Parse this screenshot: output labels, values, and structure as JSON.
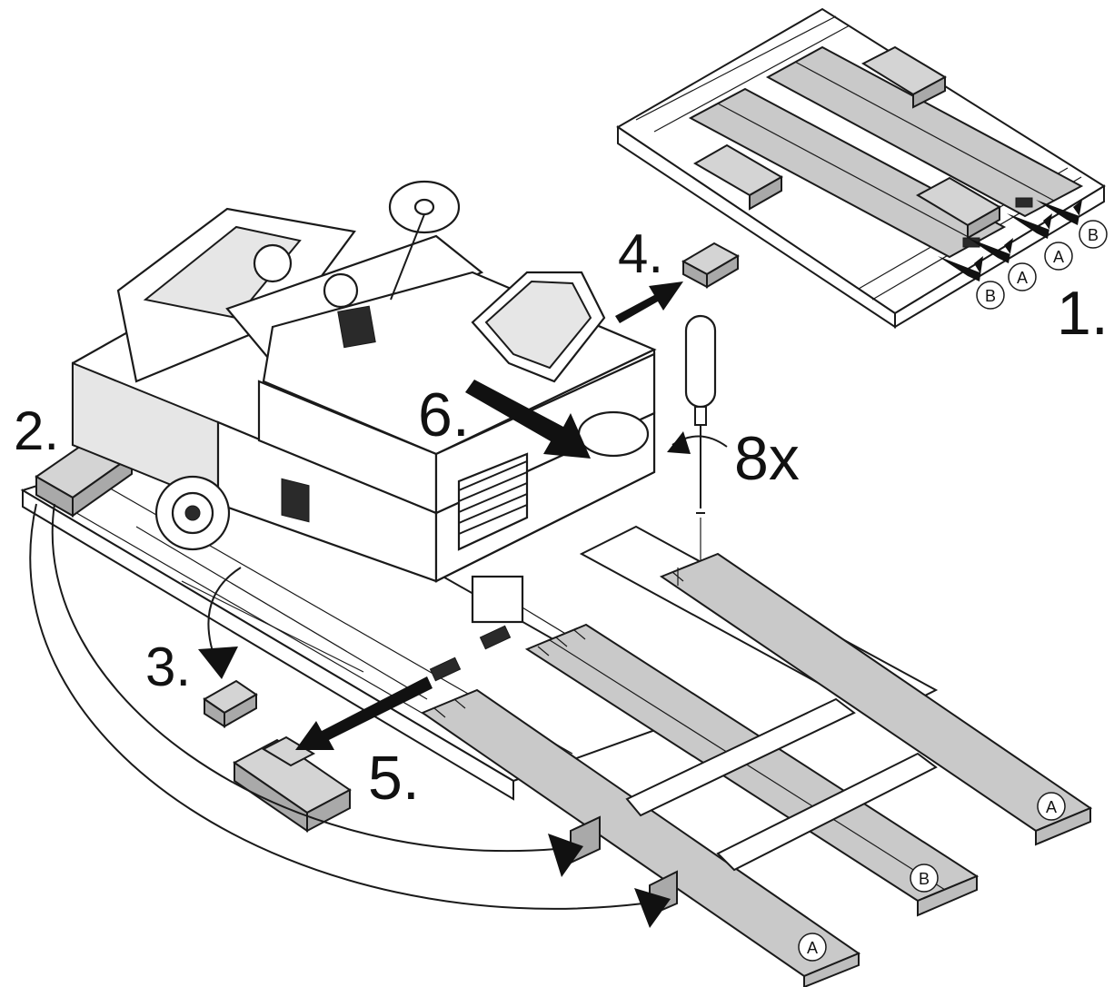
{
  "steps": {
    "s1": "1.",
    "s2": "2.",
    "s3": "3.",
    "s4": "4.",
    "s5": "5.",
    "s6": "6.",
    "count": "8x"
  },
  "plank_labels": {
    "a": "A",
    "b": "B"
  },
  "colors": {
    "plank": "#c9c9c9",
    "outline": "#1a1a1a",
    "background": "#ffffff"
  },
  "icons": {
    "screwdriver": "screwdriver-icon",
    "rotate": "rotate-arrow-icon"
  }
}
